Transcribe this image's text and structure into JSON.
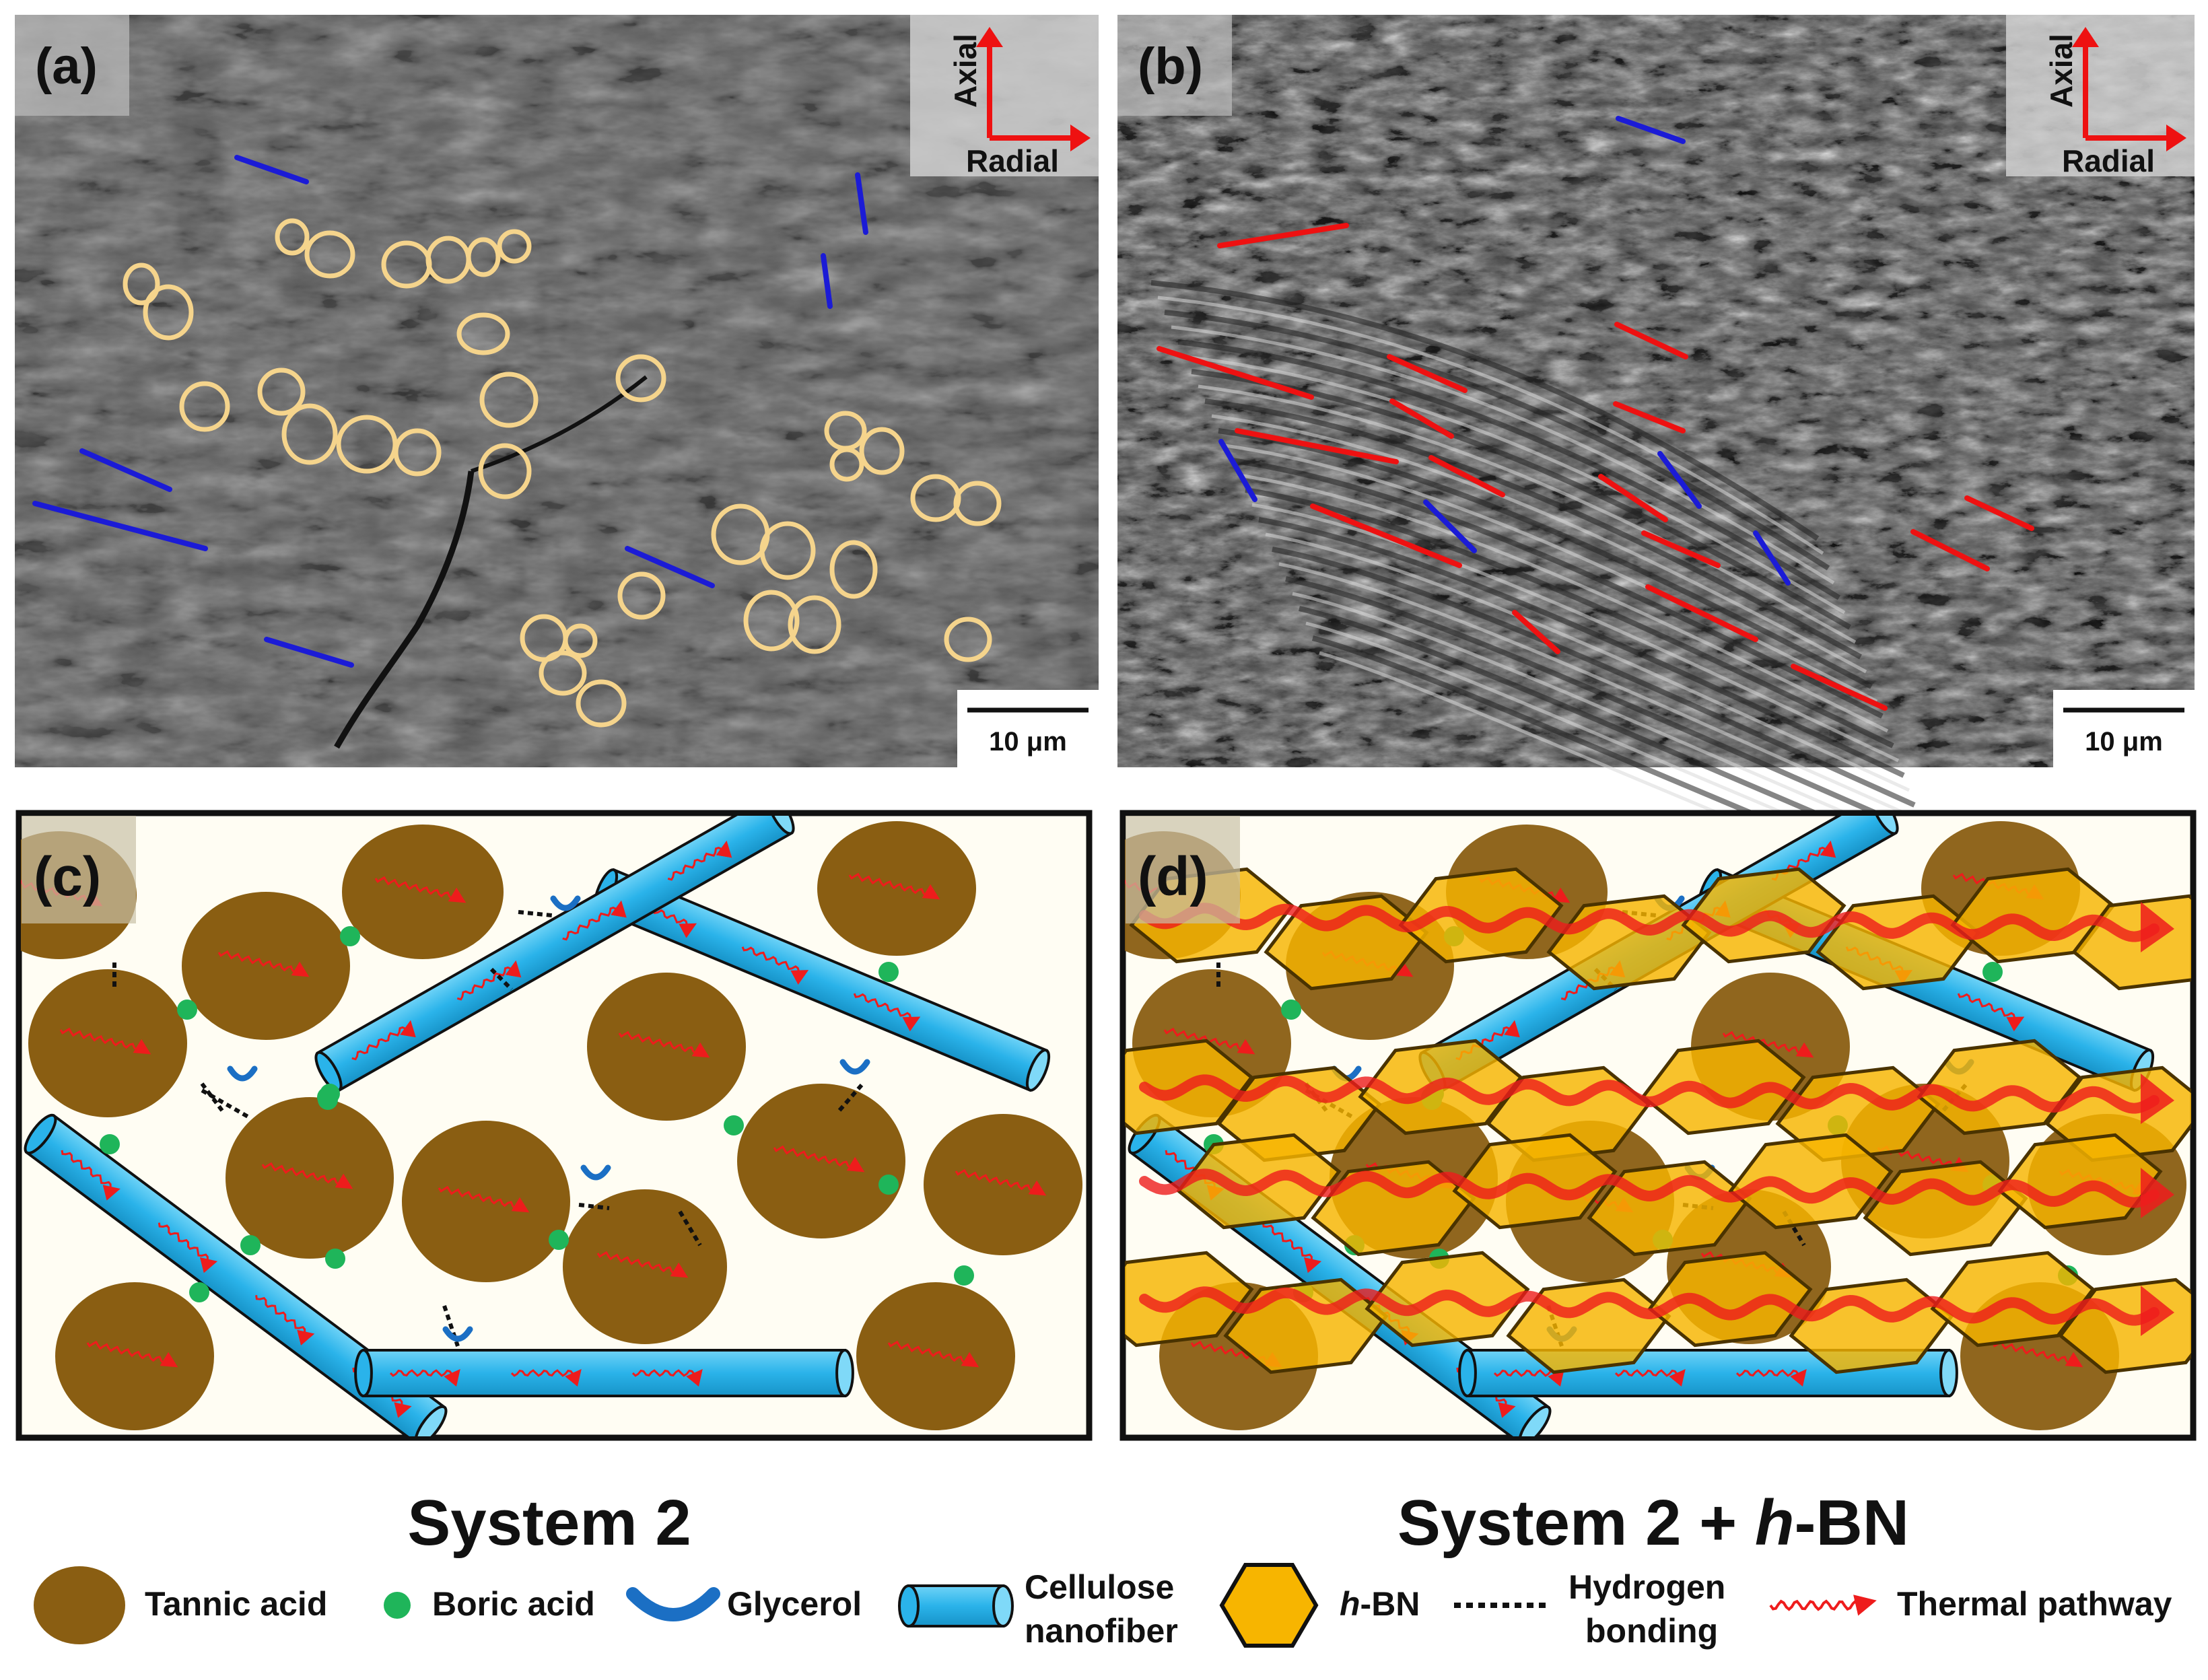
{
  "panels": {
    "a": {
      "label": "(a)",
      "axis_vertical": "Axial",
      "axis_horizontal": "Radial",
      "scale_bar": "10 μm"
    },
    "b": {
      "label": "(b)",
      "axis_vertical": "Axial",
      "axis_horizontal": "Radial",
      "scale_bar": "10 μm"
    },
    "c": {
      "label": "(c)",
      "title": "System 2"
    },
    "d": {
      "label": "(d)",
      "title_prefix": "System 2 + ",
      "title_italic": "h",
      "title_suffix": "-BN"
    }
  },
  "legend": {
    "tannic_acid": "Tannic acid",
    "boric_acid": "Boric acid",
    "glycerol": "Glycerol",
    "cellulose_line1": "Cellulose",
    "cellulose_line2": "nanofiber",
    "hbn_italic": "h",
    "hbn_rest": "-BN",
    "hbond_line1": "Hydrogen",
    "hbond_line2": "bonding",
    "thermal": "Thermal pathway"
  },
  "colors": {
    "tannic": "#8a5e12",
    "boric": "#1fb55a",
    "glycerol": "#1b6fc4",
    "cellulose": "#2ab3ea",
    "hbn": "#f7b500",
    "hbn_edge": "#4a3300",
    "thermal": "#ee1c1c",
    "sem_blue": "#1b1bd6",
    "sem_red": "#ee1111",
    "sem_circle": "#f5d48c",
    "diagram_bg": "#fffdf3"
  }
}
